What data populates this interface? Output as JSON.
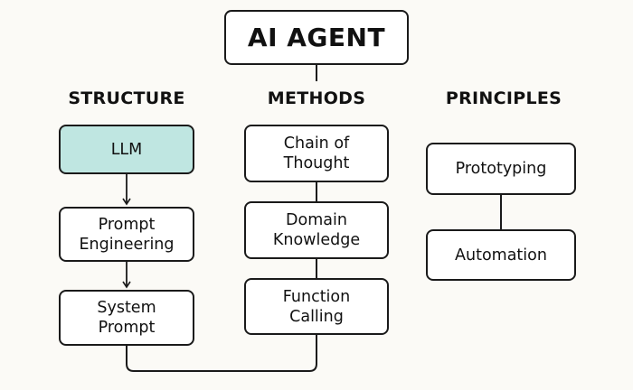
{
  "root": {
    "label": "AI AGENT"
  },
  "columns": [
    {
      "heading": "STRUCTURE",
      "nodes": [
        "LLM",
        "Prompt\nEngineering",
        "System\nPrompt"
      ]
    },
    {
      "heading": "METHODS",
      "nodes": [
        "Chain of\nThought",
        "Domain\nKnowledge",
        "Function\nCalling"
      ]
    },
    {
      "heading": "PRINCIPLES",
      "nodes": [
        "Prototyping",
        "Automation"
      ]
    }
  ],
  "colors": {
    "highlight": "#bfe6e1",
    "line": "#1a1a1a",
    "background": "#fbfaf6"
  }
}
